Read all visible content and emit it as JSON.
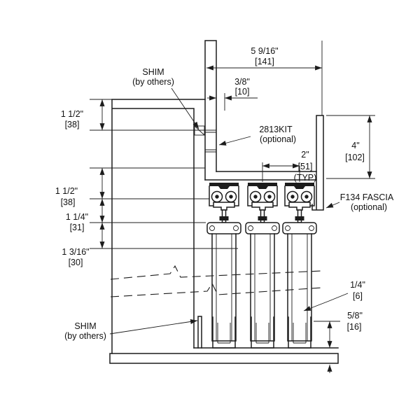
{
  "drawing": {
    "callouts": {
      "shim_top": {
        "line1": "SHIM",
        "line2": "(by others)"
      },
      "kit": {
        "line1": "2813KIT",
        "line2": "(optional)"
      },
      "fascia": {
        "line1": "F134 FASCIA",
        "line2": "(optional)"
      },
      "shim_bottom": {
        "line1": "SHIM",
        "line2": "(by others)"
      }
    },
    "dimensions": {
      "overall_width": {
        "imperial": "5 9/16\"",
        "metric": "[141]"
      },
      "bracket_offset": {
        "imperial": "3/8\"",
        "metric": "[10]"
      },
      "header_inset": {
        "imperial": "1 1/2\"",
        "metric": "[38]"
      },
      "track_drop": {
        "imperial": "1 1/2\"",
        "metric": "[38]"
      },
      "hanger_height": {
        "imperial": "1 1/4\"",
        "metric": "[31]"
      },
      "top_rail_height": {
        "imperial": "1 3/16\"",
        "metric": "[30]"
      },
      "panel_spacing": {
        "imperial": "2\"",
        "metric": "[51]",
        "note": "(TYP)"
      },
      "fascia_height": {
        "imperial": "4\"",
        "metric": "[102]"
      },
      "bottom_clearance": {
        "imperial": "1/4\"",
        "metric": "[6]"
      },
      "floor_channel_height": {
        "imperial": "5/8\"",
        "metric": "[16]"
      }
    }
  }
}
